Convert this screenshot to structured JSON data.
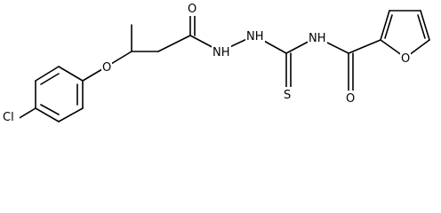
{
  "atoms": {
    "chlorine": "Cl",
    "ether_oxygen": "O",
    "carbonyl_oxygen_left": "O",
    "hydrazide_nh_left": "NH",
    "hydrazide_nh_right": "NH",
    "thioamide_nh": "NH",
    "thione_sulfur": "S",
    "carbonyl_oxygen_right": "O",
    "furan_oxygen": "O"
  },
  "colors": {
    "bond": "#000000",
    "text": "#000000",
    "background": "#ffffff"
  }
}
